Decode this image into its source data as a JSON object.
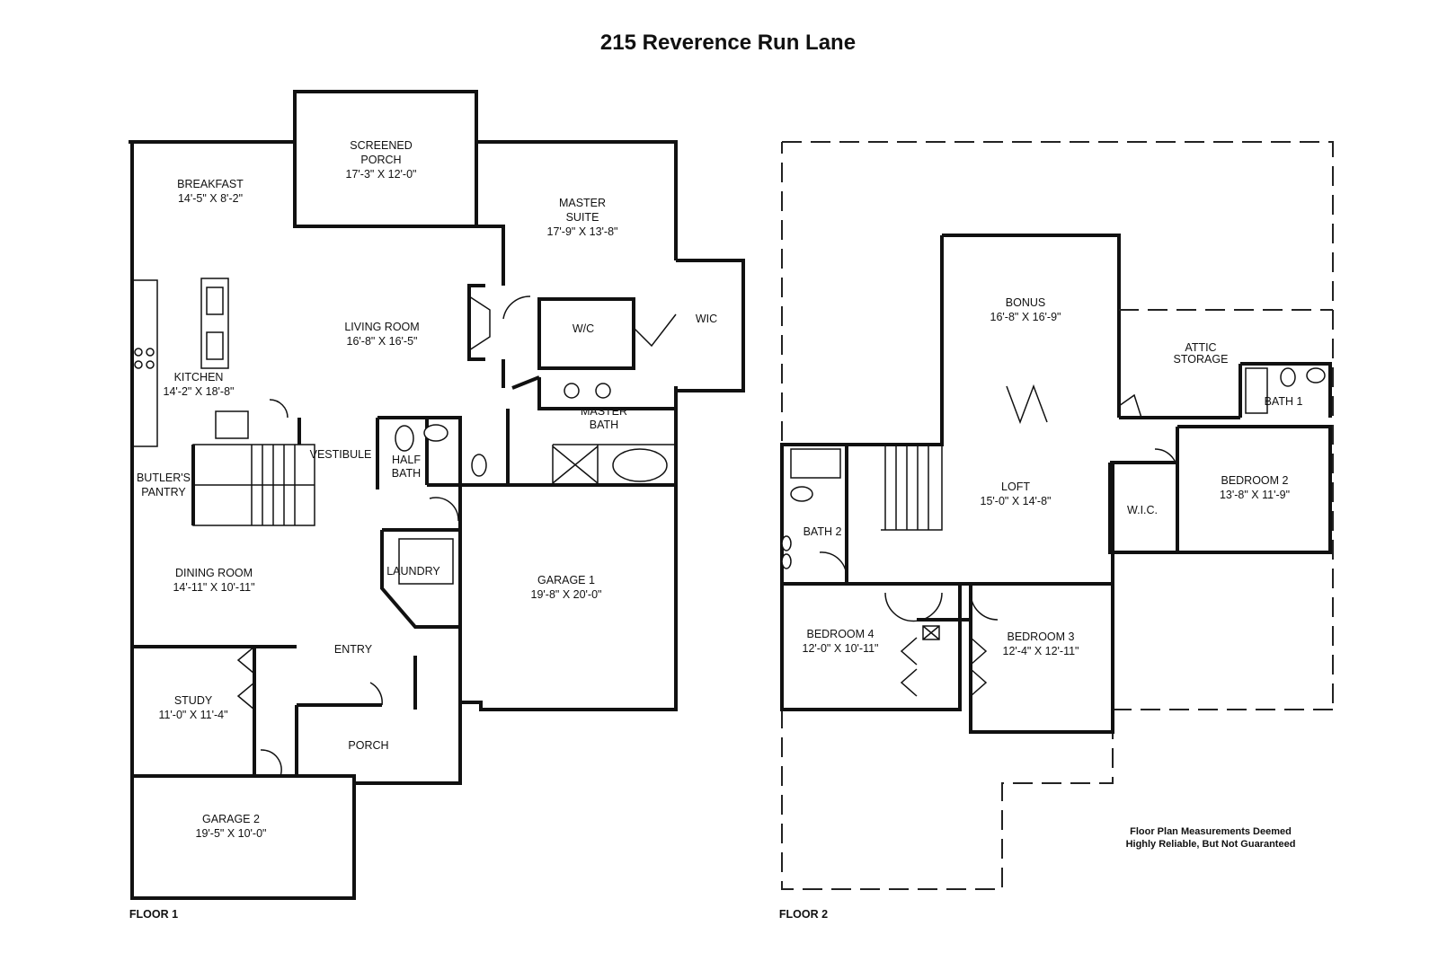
{
  "title": "215 Reverence Run Lane",
  "floors": {
    "floor1": {
      "label": "FLOOR 1",
      "rooms": {
        "screened_porch": {
          "name": "SCREENED PORCH",
          "line1": "SCREENED",
          "line2": "PORCH",
          "dims": "17'-3\" X 12'-0\""
        },
        "breakfast": {
          "name": "BREAKFAST",
          "dims": "14'-5\" X 8'-2\""
        },
        "master_suite": {
          "name": "MASTER SUITE",
          "line1": "MASTER",
          "line2": "SUITE",
          "dims": "17'-9\" X 13'-8\""
        },
        "living_room": {
          "name": "LIVING ROOM",
          "dims": "16'-8\" X 16'-5\""
        },
        "wic_1": {
          "name": "W/C"
        },
        "wic_2": {
          "name": "WIC"
        },
        "kitchen": {
          "name": "KITCHEN",
          "dims": "14'-2\" X 18'-8\""
        },
        "master_bath": {
          "name": "MASTER BATH",
          "line1": "MASTER",
          "line2": "BATH"
        },
        "vestibule": {
          "name": "VESTIBULE"
        },
        "half_bath": {
          "name": "HALF BATH",
          "line1": "HALF",
          "line2": "BATH"
        },
        "butlers_pantry": {
          "name": "BUTLER'S PANTRY",
          "line1": "BUTLER'S",
          "line2": "PANTRY"
        },
        "laundry": {
          "name": "LAUNDRY"
        },
        "garage_1": {
          "name": "GARAGE 1",
          "dims": "19'-8\" X 20'-0\""
        },
        "dining_room": {
          "name": "DINING ROOM",
          "dims": "14'-11\" X 10'-11\""
        },
        "entry": {
          "name": "ENTRY"
        },
        "study": {
          "name": "STUDY",
          "dims": "11'-0\" X 11'-4\""
        },
        "porch": {
          "name": "PORCH"
        },
        "garage_2": {
          "name": "GARAGE 2",
          "dims": "19'-5\" X 10'-0\""
        }
      }
    },
    "floor2": {
      "label": "FLOOR 2",
      "rooms": {
        "bonus": {
          "name": "BONUS",
          "dims": "16'-8\" X 16'-9\""
        },
        "attic_storage": {
          "name": "ATTIC STORAGE",
          "line1": "ATTIC",
          "line2": "STORAGE"
        },
        "bath_1": {
          "name": "BATH 1"
        },
        "loft": {
          "name": "LOFT",
          "dims": "15'-0\" X 14'-8\""
        },
        "wic": {
          "name": "W.I.C."
        },
        "bedroom_2": {
          "name": "BEDROOM 2",
          "dims": "13'-8\" X 11'-9\""
        },
        "bath_2": {
          "name": "BATH 2"
        },
        "bedroom_4": {
          "name": "BEDROOM 4",
          "dims": "12'-0\" X 10'-11\""
        },
        "bedroom_3": {
          "name": "BEDROOM 3",
          "dims": "12'-4\" X 12'-11\""
        }
      }
    }
  },
  "disclaimer": {
    "line1": "Floor Plan Measurements Deemed",
    "line2": "Highly Reliable, But Not Guaranteed"
  }
}
